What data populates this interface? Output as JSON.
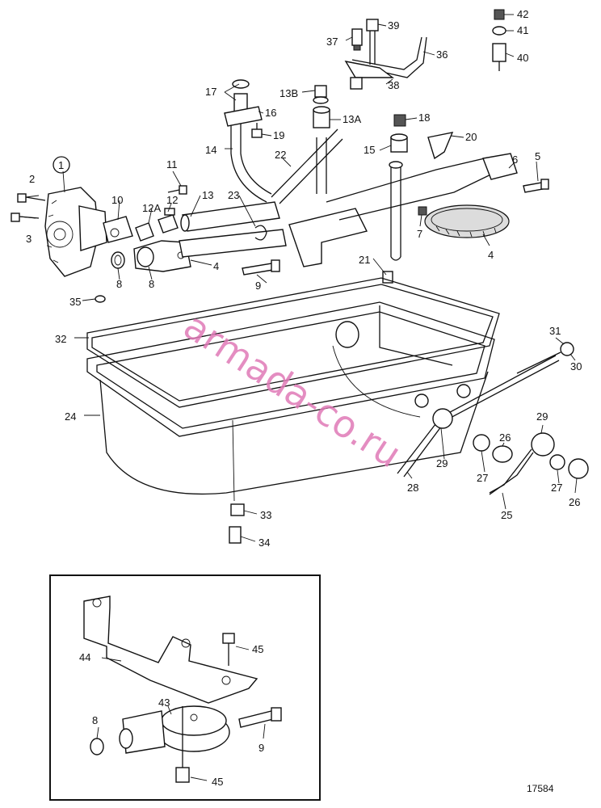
{
  "diagram": {
    "callouts": [
      "1",
      "2",
      "3",
      "4",
      "4",
      "5",
      "6",
      "7",
      "8",
      "8",
      "9",
      "10",
      "11",
      "12",
      "12A",
      "13",
      "13A",
      "13B",
      "14",
      "15",
      "16",
      "17",
      "18",
      "19",
      "20",
      "21",
      "22",
      "23",
      "24",
      "25",
      "26",
      "26",
      "27",
      "27",
      "28",
      "29",
      "29",
      "30",
      "31",
      "32",
      "33",
      "34",
      "35",
      "36",
      "37",
      "38",
      "39",
      "40",
      "41",
      "42"
    ],
    "inset_callouts": [
      "44",
      "45",
      "43",
      "8",
      "9",
      "45"
    ],
    "watermark": "armada-co.ru",
    "figure_number": "17584"
  }
}
